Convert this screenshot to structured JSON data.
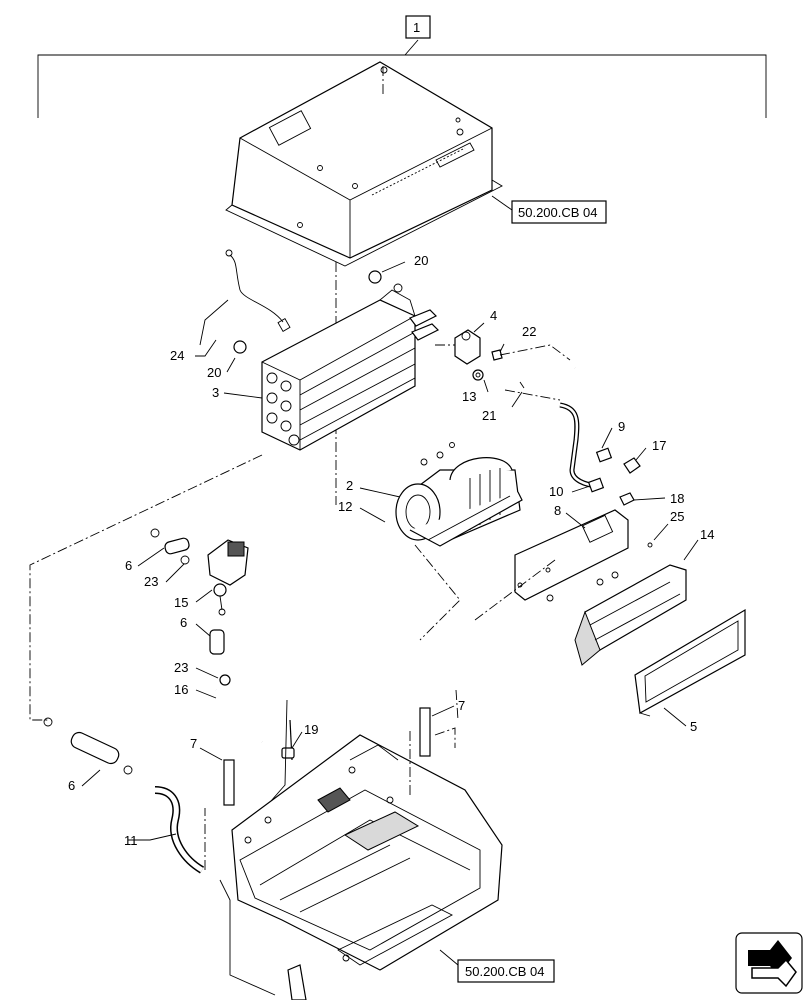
{
  "assembly_label": "1",
  "references": [
    {
      "id": "ref-top",
      "text": "50.200.CB 04"
    },
    {
      "id": "ref-bottom",
      "text": "50.200.CB 04"
    }
  ],
  "callouts": {
    "c2": "2",
    "c3": "3",
    "c4": "4",
    "c5": "5",
    "c6a": "6",
    "c6b": "6",
    "c6c": "6",
    "c7a": "7",
    "c7b": "7",
    "c8": "8",
    "c9": "9",
    "c10": "10",
    "c11": "11",
    "c12": "12",
    "c13": "13",
    "c14": "14",
    "c15": "15",
    "c16": "16",
    "c17": "17",
    "c18": "18",
    "c19": "19",
    "c20a": "20",
    "c20b": "20",
    "c21": "21",
    "c22": "22",
    "c23a": "23",
    "c23b": "23",
    "c24": "24",
    "c25": "25"
  },
  "icons": {
    "nav": "page-navigation-arrow-icon"
  }
}
